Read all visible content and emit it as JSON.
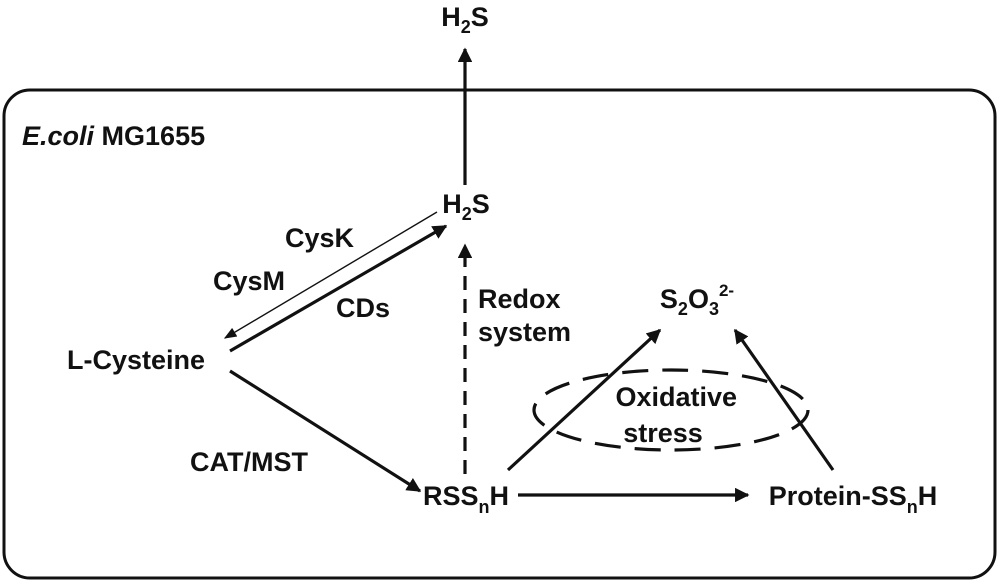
{
  "organism": {
    "species": "E.coli",
    "strain": "MG1655"
  },
  "nodes": {
    "h2s_outside": {
      "base": "H",
      "sub": "2",
      "tail": "S"
    },
    "h2s_inside": {
      "base": "H",
      "sub": "2",
      "tail": "S"
    },
    "l_cysteine": "L-Cysteine",
    "rssnh": {
      "base": "RSS",
      "sub": "n",
      "tail": "H"
    },
    "protein_ssnh": {
      "base": "Protein-SS",
      "sub": "n",
      "tail": "H"
    },
    "thiosulfate": {
      "s": "S",
      "s_sub": "2",
      "o": "O",
      "o_sub": "3",
      "charge": "2-"
    }
  },
  "enzymes": {
    "cysk": "CysK",
    "cysm": "CysM",
    "cds": "CDs",
    "cat_mst": "CAT/MST",
    "redox_line1": "Redox",
    "redox_line2": "system"
  },
  "oxidative_stress": {
    "line1": "Oxidative",
    "line2": "stress"
  }
}
